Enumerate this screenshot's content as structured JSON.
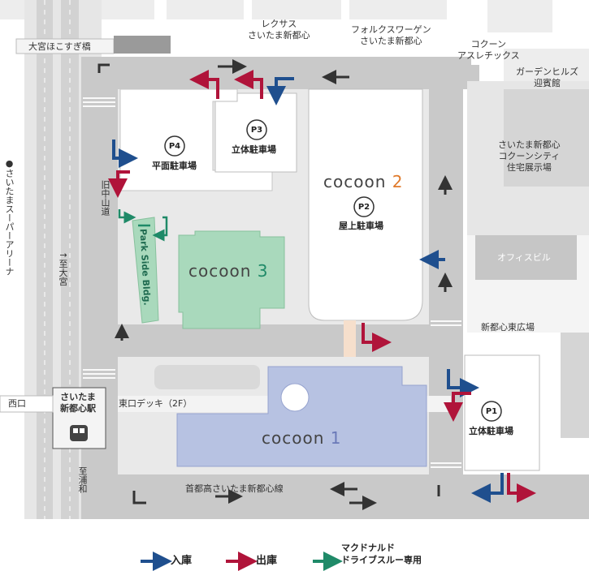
{
  "labels": {
    "omiya_hokosugi_bridge": "大宮ほこすぎ橋",
    "lexus": "レクサス\nさいたま新都心",
    "volkswagen": "フォルクスワーゲン\nさいたま新都心",
    "cocoon_athletics": "コクーン\nアスレチックス",
    "garden_hills": "ガーデンヒルズ\n迎賓館",
    "cocoon_city_housing": "さいたま新都心\nコクーンシティ\n住宅展示場",
    "office_building": "オフィスビル",
    "east_plaza": "新都心東広場",
    "super_arena": "●さいたまスーパーアリーナ",
    "to_omiya": "↑至大宮",
    "to_urawa": "至浦和",
    "old_nakasendo": "旧中山道",
    "west_exit": "西口",
    "station": "さいたま\n新都心駅",
    "east_deck": "東口デッキ（2F）",
    "expressway": "首都高さいたま新都心線",
    "park_side_bldg": "Park Side Bldg."
  },
  "parking": {
    "p1": {
      "badge": "P1",
      "name": "立体駐車場"
    },
    "p2": {
      "badge": "P2",
      "name": "屋上駐車場"
    },
    "p3": {
      "badge": "P3",
      "name": "立体駐車場"
    },
    "p4": {
      "badge": "P4",
      "name": "平面駐車場"
    }
  },
  "buildings": {
    "cocoon1": {
      "name": "cocoon",
      "num": "1"
    },
    "cocoon2": {
      "name": "cocoon",
      "num": "2"
    },
    "cocoon3": {
      "name": "cocoon",
      "num": "3"
    }
  },
  "legend": {
    "entry": "入庫",
    "exit": "出庫",
    "drive_thru": "マクドナルド\nドライブスルー専用"
  },
  "colors": {
    "entry": "#1f4f8e",
    "exit": "#b0143a",
    "drive_thru": "#1f8a68",
    "cocoon1_fill": "#b7c2e2",
    "cocoon3_fill": "#a9d9bc",
    "cocoon2_num": "#e07a2b",
    "cocoon3_num": "#1f8a68",
    "cocoon1_num": "#6a79b8",
    "road": "#c9c9c9",
    "block": "#e9e9e9"
  }
}
